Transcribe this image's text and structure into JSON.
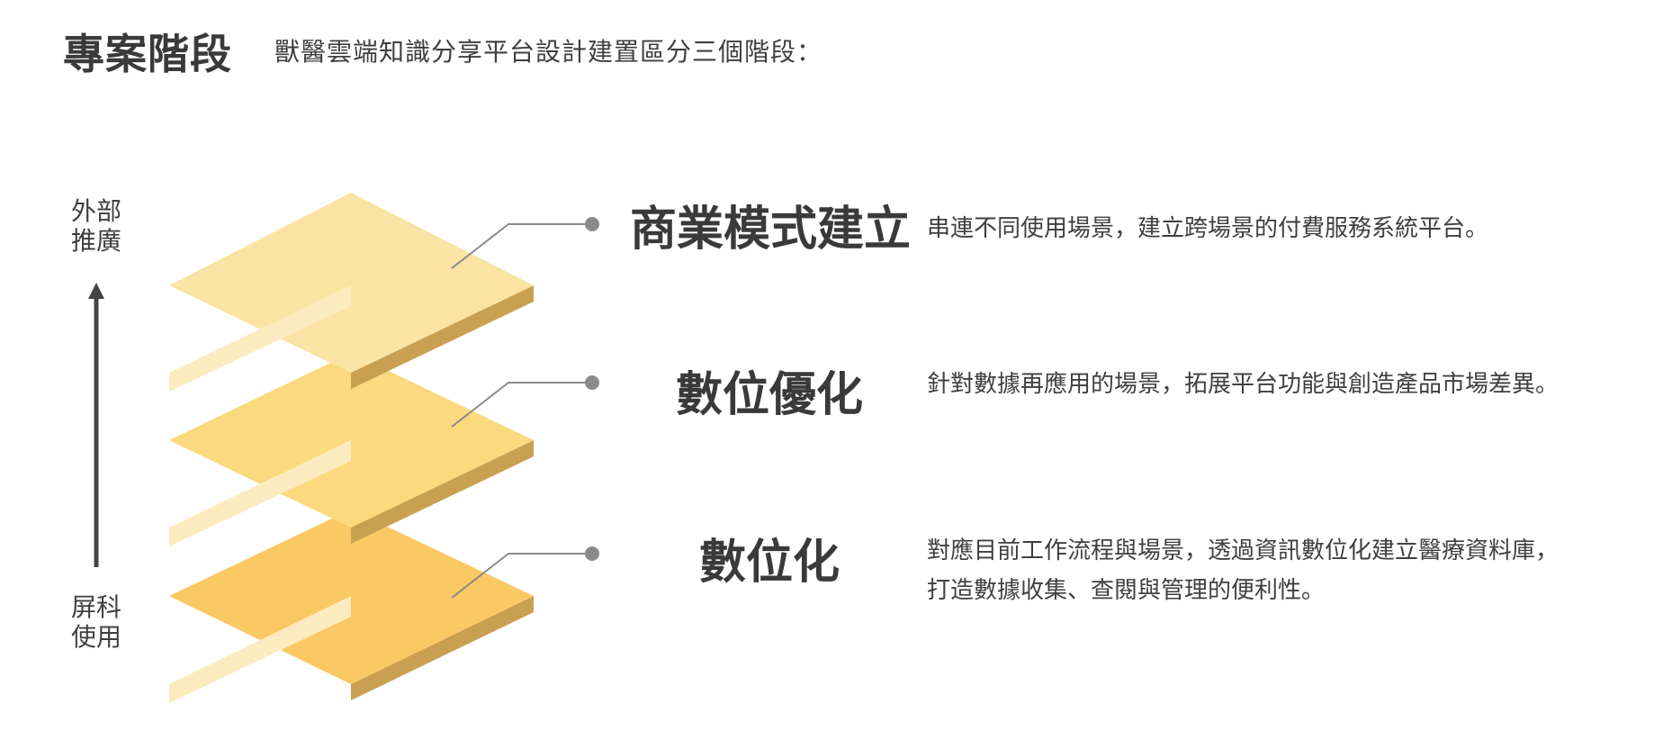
{
  "header": {
    "title": "專案階段",
    "subtitle": "獸醫雲端知識分享平台設計建置區分三個階段："
  },
  "axis": {
    "top_label_line1": "外部",
    "top_label_line2": "推廣",
    "bottom_label_line1": "屏科",
    "bottom_label_line2": "使用"
  },
  "stages": [
    {
      "title": "商業模式建立",
      "desc_line1": "串連不同使用場景，建立跨場景的付費服務系統平台。",
      "desc_line2": ""
    },
    {
      "title": "數位優化",
      "desc_line1": "針對數據再應用的場景，拓展平台功能與創造產品市場差異。",
      "desc_line2": ""
    },
    {
      "title": "數位化",
      "desc_line1": "對應目前工作流程與場景，透過資訊數位化建立醫療資料庫，",
      "desc_line2": "打造數據收集、查閱與管理的便利性。"
    }
  ],
  "colors": {
    "layer_top": "#fbe4a3",
    "layer_middle": "#fbd97e",
    "layer_bottom": "#fbc963",
    "layer_side": "#c9a052",
    "strip": "#fdebc0",
    "arrow": "#444444",
    "connector": "#8a8a8a"
  }
}
